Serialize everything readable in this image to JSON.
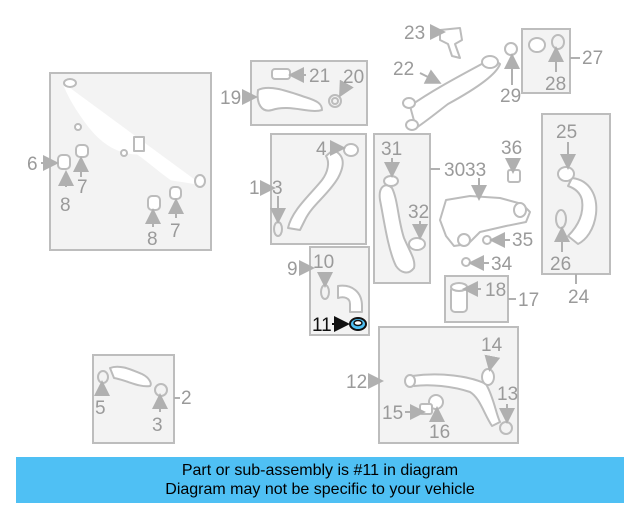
{
  "callouts": [
    "1",
    "2",
    "3",
    "4",
    "5",
    "6",
    "7",
    "8",
    "9",
    "10",
    "11",
    "12",
    "13",
    "14",
    "15",
    "16",
    "17",
    "18",
    "19",
    "20",
    "21",
    "22",
    "23",
    "24",
    "25",
    "26",
    "27",
    "28",
    "29",
    "30",
    "31",
    "33",
    "34",
    "35",
    "36"
  ],
  "highlighted_callout": "11",
  "colors": {
    "banner_background": "#4fc0f4",
    "highlight_part": "#4fc0f4",
    "muted_line": "#bcbcbc"
  },
  "banner": {
    "line1": "Part or sub-assembly is #11 in diagram",
    "line2": "Diagram may not be specific to your vehicle"
  }
}
